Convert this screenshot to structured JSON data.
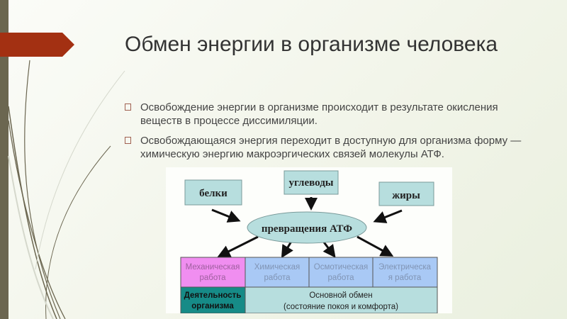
{
  "slide": {
    "title": "Обмен энергии в организме человека",
    "bullets": [
      "Освобождение энергии в организме происходит в результате окисления веществ в процессе диссимиляции.",
      "Освобождающаяся энергия переходит в доступную для организма форму — химическую энергию макроэргических связей молекулы АТФ."
    ]
  },
  "diagram": {
    "sources": [
      "белки",
      "углеводы",
      "жиры"
    ],
    "center": "превращения АТФ",
    "work": [
      [
        "Механическая",
        "работа"
      ],
      [
        "Химическая",
        "работа"
      ],
      [
        "Осмотическая",
        "работа"
      ],
      [
        "Электрическа",
        "я работа"
      ]
    ],
    "activity": [
      "Деятельность",
      "организма"
    ],
    "basal": [
      "Основной обмен",
      "(состояние покоя и комфорта)"
    ]
  },
  "colors": {
    "accent": "#a33012",
    "sidebar": "#6b6650",
    "box": "#b7dede",
    "pink": "#f08ef0",
    "blue": "#a9c9f5",
    "teal": "#168b87"
  }
}
